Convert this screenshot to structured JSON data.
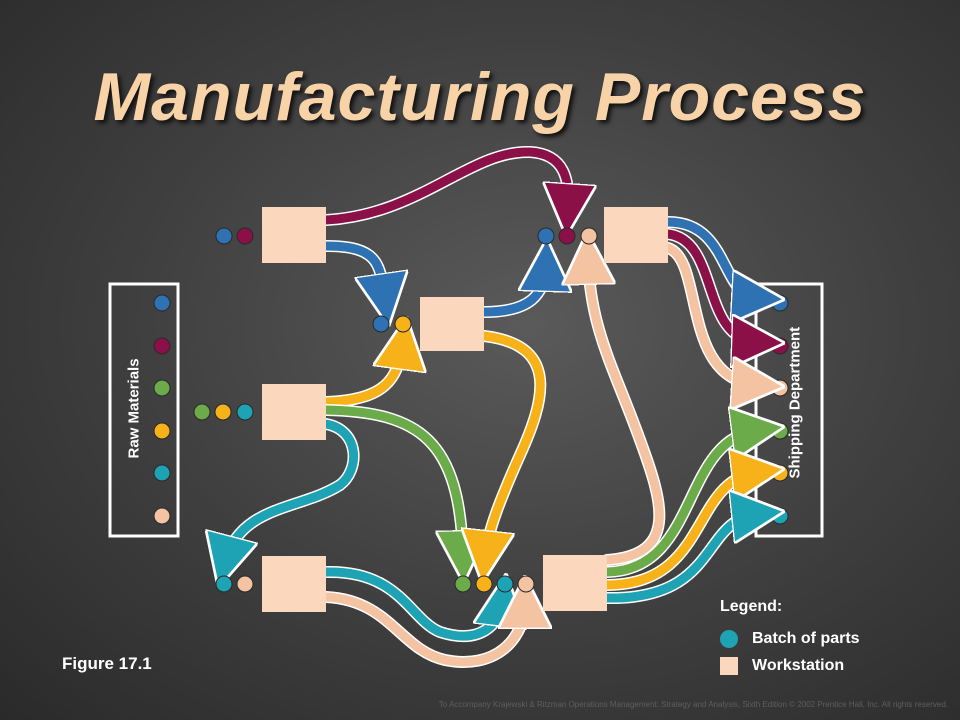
{
  "title": "Manufacturing Process",
  "raw_materials_label": "Raw Materials",
  "shipping_label": "Shipping Department",
  "figure_label": "Figure 17.1",
  "legend": {
    "title": "Legend:",
    "batch_label": "Batch of parts",
    "workstation_label": "Workstation"
  },
  "footer": "To Accompany Krajewski & Ritzman Operations Management: Strategy and Analysis, Sixth Edition © 2002 Prentice Hall, Inc. All rights reserved.",
  "colors": {
    "title": "#f9d3a8",
    "workstation": "#fad7bd",
    "blue": "#2e72b4",
    "maroon": "#8b1048",
    "green": "#6cab4a",
    "orange": "#f7b21a",
    "teal": "#1ea3b4",
    "peach": "#f4c3a2",
    "background": "#3e3e3e"
  }
}
